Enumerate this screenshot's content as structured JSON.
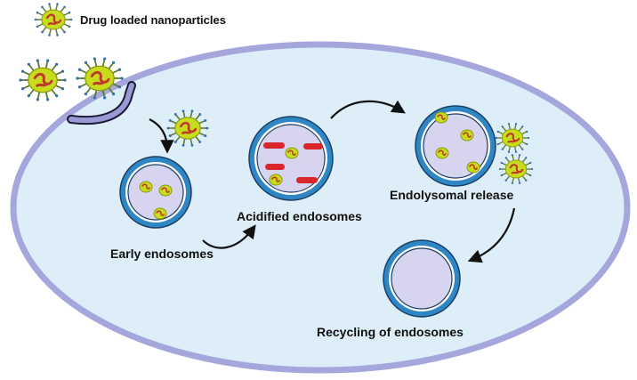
{
  "labels": {
    "drug_loaded": "Drug loaded nanoparticles",
    "early": "Early endosomes",
    "acidified": "Acidified endosomes",
    "endolysomal": "Endolysomal release",
    "recycling": "Recycling of endosomes"
  },
  "colors": {
    "cell_fill": "#ddeef8",
    "cell_border": "#a4a6dc",
    "membrane": "#9b98d6",
    "vesicle_outer": "#2f86c4",
    "vesicle_inner": "#d6d4ef",
    "nanoparticle": "#c8dc1e",
    "drug": "#c0392b",
    "acid_bar": "#d8262b"
  }
}
